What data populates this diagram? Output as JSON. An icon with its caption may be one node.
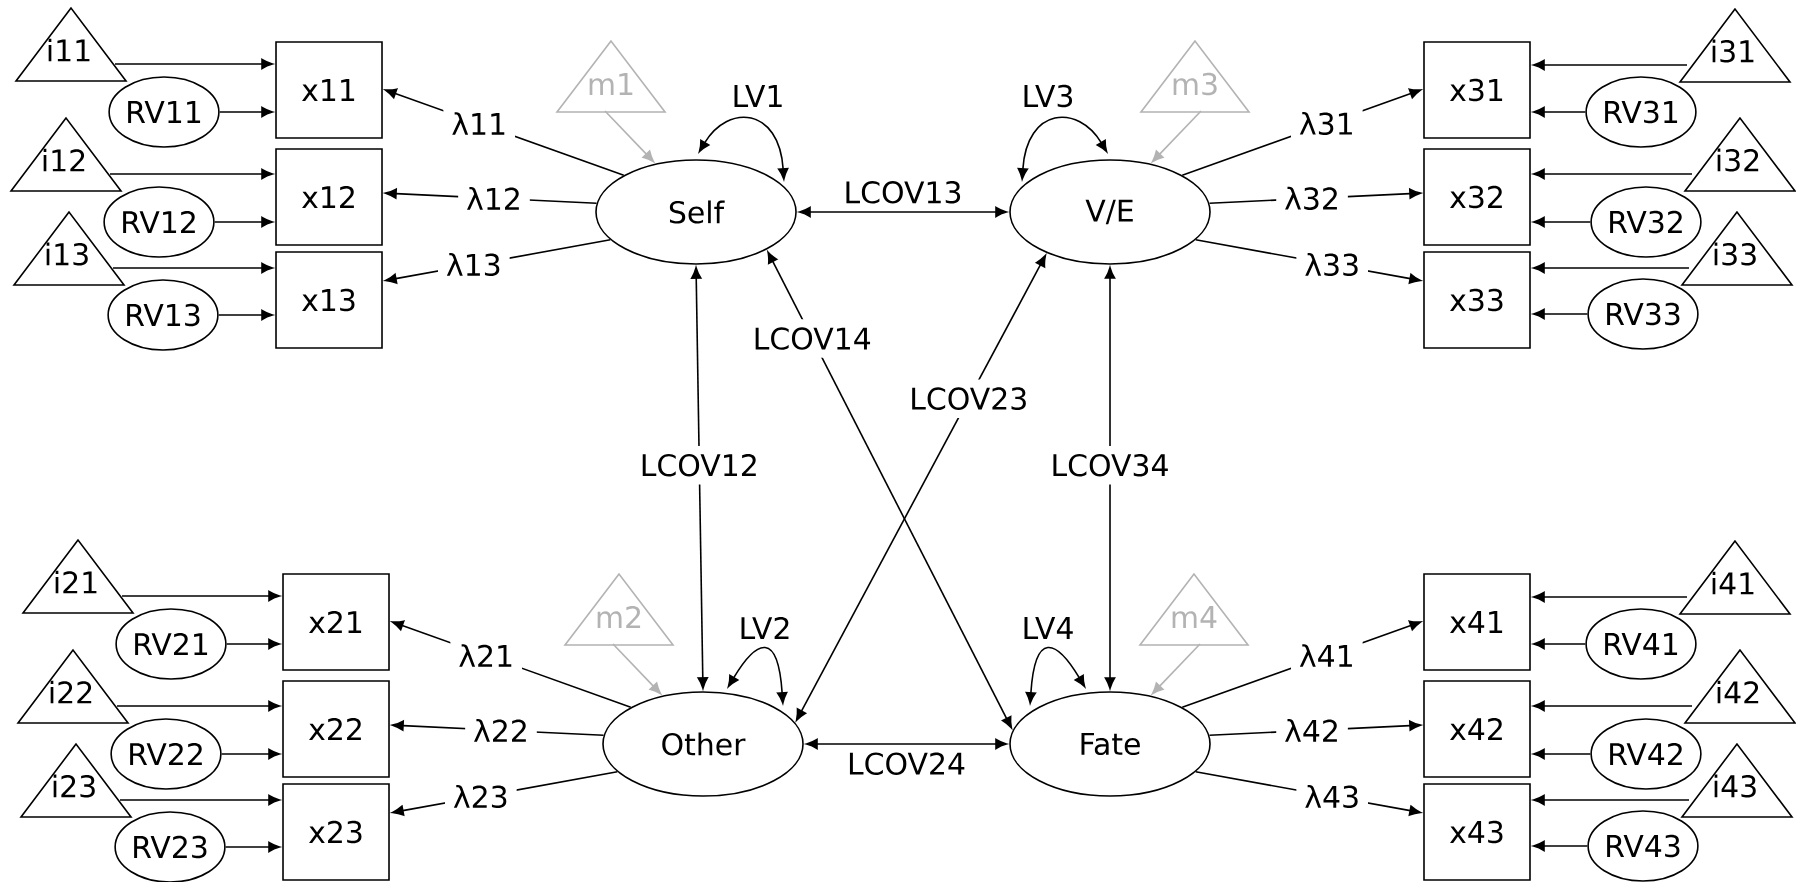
{
  "diagram": {
    "nodes": [
      {
        "text": [
          "Self"
        ]
      },
      {
        "text": [
          "V/E"
        ]
      },
      {
        "text": [
          "Other"
        ]
      },
      {
        "text": [
          "Fate"
        ]
      },
      {
        "text": [
          "m1"
        ]
      },
      {
        "text": [
          "m3"
        ]
      },
      {
        "text": [
          "m2"
        ]
      },
      {
        "text": [
          "m4"
        ]
      },
      {
        "text": [
          "x11"
        ]
      },
      {
        "text": [
          "i11"
        ]
      },
      {
        "text": [
          "RV11"
        ]
      },
      {
        "text": [
          "x12"
        ]
      },
      {
        "text": [
          "i12"
        ]
      },
      {
        "text": [
          "RV12"
        ]
      },
      {
        "text": [
          "x13"
        ]
      },
      {
        "text": [
          "i13"
        ]
      },
      {
        "text": [
          "RV13"
        ]
      },
      {
        "text": [
          "x31"
        ]
      },
      {
        "text": [
          "i31"
        ]
      },
      {
        "text": [
          "RV31"
        ]
      },
      {
        "text": [
          "x32"
        ]
      },
      {
        "text": [
          "i32"
        ]
      },
      {
        "text": [
          "RV32"
        ]
      },
      {
        "text": [
          "x33"
        ]
      },
      {
        "text": [
          "i33"
        ]
      },
      {
        "text": [
          "RV33"
        ]
      },
      {
        "text": [
          "x21"
        ]
      },
      {
        "text": [
          "i21"
        ]
      },
      {
        "text": [
          "RV21"
        ]
      },
      {
        "text": [
          "x22"
        ]
      },
      {
        "text": [
          "i22"
        ]
      },
      {
        "text": [
          "RV22"
        ]
      },
      {
        "text": [
          "x23"
        ]
      },
      {
        "text": [
          "i23"
        ]
      },
      {
        "text": [
          "RV23"
        ]
      },
      {
        "text": [
          "x41"
        ]
      },
      {
        "text": [
          "i41"
        ]
      },
      {
        "text": [
          "RV41"
        ]
      },
      {
        "text": [
          "x42"
        ]
      },
      {
        "text": [
          "i42"
        ]
      },
      {
        "text": [
          "RV42"
        ]
      },
      {
        "text": [
          "x43"
        ]
      },
      {
        "text": [
          "i43"
        ]
      },
      {
        "text": [
          "RV43"
        ]
      }
    ],
    "edges": [
      {
        "from": 4,
        "to": 0,
        "arrow": "to",
        "color": "#b3b3b3"
      },
      {
        "from": 0,
        "to": 0,
        "arrow": "both",
        "label": "LV1"
      },
      {
        "from": 0,
        "to": 8,
        "arrow": "to",
        "label": "λ11"
      },
      {
        "from": 9,
        "to": 8,
        "arrow": "to"
      },
      {
        "from": 10,
        "to": 8,
        "arrow": "to"
      },
      {
        "from": 0,
        "to": 11,
        "arrow": "to",
        "label": "λ12"
      },
      {
        "from": 12,
        "to": 11,
        "arrow": "to"
      },
      {
        "from": 13,
        "to": 11,
        "arrow": "to"
      },
      {
        "from": 0,
        "to": 14,
        "arrow": "to",
        "label": "λ13"
      },
      {
        "from": 15,
        "to": 14,
        "arrow": "to"
      },
      {
        "from": 16,
        "to": 14,
        "arrow": "to"
      },
      {
        "from": 5,
        "to": 1,
        "arrow": "to",
        "color": "#b3b3b3"
      },
      {
        "from": 1,
        "to": 1,
        "arrow": "both",
        "label": "LV3"
      },
      {
        "from": 1,
        "to": 17,
        "arrow": "to",
        "label": "λ31"
      },
      {
        "from": 18,
        "to": 17,
        "arrow": "to"
      },
      {
        "from": 19,
        "to": 17,
        "arrow": "to"
      },
      {
        "from": 1,
        "to": 20,
        "arrow": "to",
        "label": "λ32"
      },
      {
        "from": 21,
        "to": 20,
        "arrow": "to"
      },
      {
        "from": 22,
        "to": 20,
        "arrow": "to"
      },
      {
        "from": 1,
        "to": 23,
        "arrow": "to",
        "label": "λ33"
      },
      {
        "from": 24,
        "to": 23,
        "arrow": "to"
      },
      {
        "from": 25,
        "to": 23,
        "arrow": "to"
      },
      {
        "from": 6,
        "to": 2,
        "arrow": "to",
        "color": "#b3b3b3"
      },
      {
        "from": 2,
        "to": 2,
        "arrow": "both",
        "label": "LV2"
      },
      {
        "from": 2,
        "to": 26,
        "arrow": "to",
        "label": "λ21"
      },
      {
        "from": 27,
        "to": 26,
        "arrow": "to"
      },
      {
        "from": 28,
        "to": 26,
        "arrow": "to"
      },
      {
        "from": 2,
        "to": 29,
        "arrow": "to",
        "label": "λ22"
      },
      {
        "from": 30,
        "to": 29,
        "arrow": "to"
      },
      {
        "from": 31,
        "to": 29,
        "arrow": "to"
      },
      {
        "from": 2,
        "to": 32,
        "arrow": "to",
        "label": "λ23"
      },
      {
        "from": 33,
        "to": 32,
        "arrow": "to"
      },
      {
        "from": 34,
        "to": 32,
        "arrow": "to"
      },
      {
        "from": 7,
        "to": 3,
        "arrow": "to",
        "color": "#b3b3b3"
      },
      {
        "from": 3,
        "to": 3,
        "arrow": "both",
        "label": "LV4"
      },
      {
        "from": 3,
        "to": 35,
        "arrow": "to",
        "label": "λ41"
      },
      {
        "from": 36,
        "to": 35,
        "arrow": "to"
      },
      {
        "from": 37,
        "to": 35,
        "arrow": "to"
      },
      {
        "from": 3,
        "to": 38,
        "arrow": "to",
        "label": "λ42"
      },
      {
        "from": 39,
        "to": 38,
        "arrow": "to"
      },
      {
        "from": 40,
        "to": 38,
        "arrow": "to"
      },
      {
        "from": 3,
        "to": 41,
        "arrow": "to",
        "label": "λ43"
      },
      {
        "from": 42,
        "to": 41,
        "arrow": "to"
      },
      {
        "from": 43,
        "to": 41,
        "arrow": "to"
      },
      {
        "from": 0,
        "to": 1,
        "arrow": "both",
        "label": "LCOV13"
      },
      {
        "from": 0,
        "to": 2,
        "arrow": "both",
        "label": "LCOV12"
      },
      {
        "from": 0,
        "to": 3,
        "arrow": "both",
        "label": "LCOV14"
      },
      {
        "from": 1,
        "to": 2,
        "arrow": "both",
        "label": "LCOV23"
      },
      {
        "from": 1,
        "to": 3,
        "arrow": "both",
        "label": "LCOV34"
      },
      {
        "from": 2,
        "to": 3,
        "arrow": "both",
        "label": "LCOV24"
      }
    ]
  }
}
